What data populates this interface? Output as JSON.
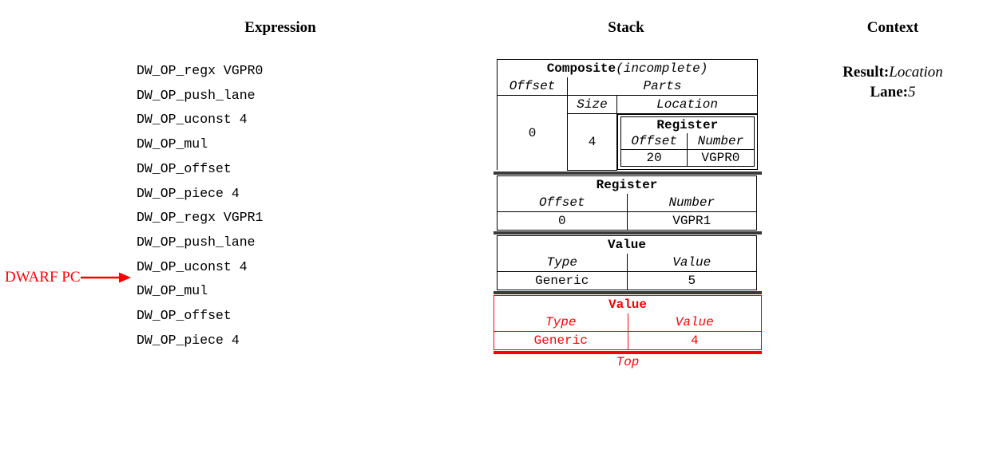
{
  "headings": {
    "expression": "Expression",
    "stack": "Stack",
    "context": "Context"
  },
  "expression": {
    "lines": [
      "DW_OP_regx VGPR0",
      "DW_OP_push_lane",
      "DW_OP_uconst 4",
      "DW_OP_mul",
      "DW_OP_offset",
      "DW_OP_piece 4",
      "DW_OP_regx VGPR1",
      "DW_OP_push_lane",
      "DW_OP_uconst 4",
      "DW_OP_mul",
      "DW_OP_offset",
      "DW_OP_piece 4"
    ],
    "pc_marker": {
      "label": "DWARF PC",
      "points_at_line_index": 9,
      "color": "#ff0000"
    }
  },
  "stack": {
    "entries": [
      {
        "kind": "composite",
        "title": "Composite",
        "title_suffix": "(incomplete)",
        "offset_header": "Offset",
        "offset_value": "0",
        "parts_header": "Parts",
        "size_header": "Size",
        "location_header": "Location",
        "parts": [
          {
            "size": "4",
            "location": {
              "title": "Register",
              "offset_header": "Offset",
              "number_header": "Number",
              "offset_value": "20",
              "number_value": "VGPR0"
            }
          }
        ]
      },
      {
        "kind": "register",
        "title": "Register",
        "offset_header": "Offset",
        "number_header": "Number",
        "offset_value": "0",
        "number_value": "VGPR1"
      },
      {
        "kind": "value",
        "title": "Value",
        "type_header": "Type",
        "value_header": "Value",
        "type_value": "Generic",
        "value_value": "5"
      },
      {
        "kind": "value",
        "title": "Value",
        "type_header": "Type",
        "value_header": "Value",
        "type_value": "Generic",
        "value_value": "4",
        "highlighted": true,
        "highlight_color": "#ff0000"
      }
    ],
    "top_label": "Top"
  },
  "context": {
    "result_key": "Result:",
    "result_value": "Location",
    "lane_key": "Lane:",
    "lane_value": "5"
  }
}
